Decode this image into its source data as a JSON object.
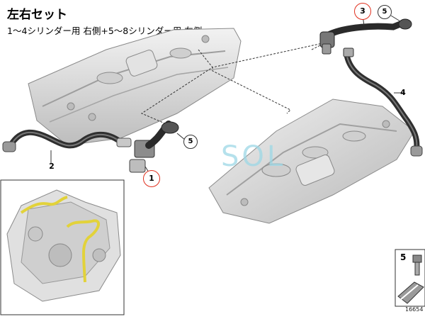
{
  "header": {
    "title": "左右セット",
    "subtitle": "1～4シリンダー用 右側+5～8シリンダー用 左側"
  },
  "callouts": [
    {
      "number": "1",
      "highlighted": true
    },
    {
      "number": "2",
      "highlighted": false
    },
    {
      "number": "3",
      "highlighted": true
    },
    {
      "number": "4",
      "highlighted": false
    },
    {
      "number": "5",
      "highlighted": false
    },
    {
      "number": "5",
      "highlighted": false
    }
  ],
  "inset": {
    "part_number": "5"
  },
  "watermark": "SOL",
  "reference_number": "16654",
  "colors": {
    "highlight_ring": "#e0301e",
    "hose": "#3a3a3a",
    "engine_part": "#d9d9d9",
    "accent_hose": "#e2d23a",
    "watermark": "#9dd8e6"
  }
}
